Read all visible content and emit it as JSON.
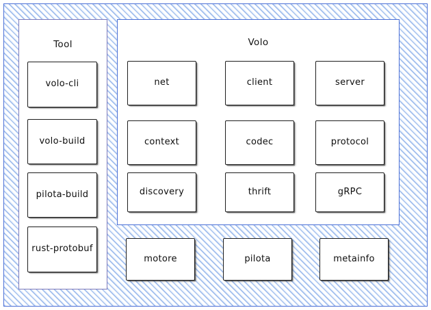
{
  "diagram": {
    "outer": {
      "name": "outer-hatched-container",
      "fill": "#5a8ce1",
      "border_color": "#4a6fd6"
    },
    "groups": [
      {
        "id": "tool",
        "title": "Tool",
        "border_color": "#7b79bb",
        "nodes": [
          {
            "id": "volo-cli",
            "label": "volo-cli"
          },
          {
            "id": "volo-build",
            "label": "volo-build"
          },
          {
            "id": "pilota-build",
            "label": "pilota-build"
          },
          {
            "id": "rust-protobuf",
            "label": "rust-protobuf"
          }
        ]
      },
      {
        "id": "volo",
        "title": "Volo",
        "border_color": "#4a6fd6",
        "nodes": [
          {
            "id": "net",
            "label": "net"
          },
          {
            "id": "client",
            "label": "client"
          },
          {
            "id": "server",
            "label": "server"
          },
          {
            "id": "context",
            "label": "context"
          },
          {
            "id": "codec",
            "label": "codec"
          },
          {
            "id": "protocol",
            "label": "protocol"
          },
          {
            "id": "discovery",
            "label": "discovery"
          },
          {
            "id": "thrift",
            "label": "thrift"
          },
          {
            "id": "grpc",
            "label": "gRPC"
          }
        ]
      }
    ],
    "base_nodes": [
      {
        "id": "motore",
        "label": "motore"
      },
      {
        "id": "pilota",
        "label": "pilota"
      },
      {
        "id": "metainfo",
        "label": "metainfo"
      }
    ],
    "node_border_color": "#1c1c1c",
    "node_fill": "#ffffff",
    "text_color": "#0d0d0d"
  }
}
